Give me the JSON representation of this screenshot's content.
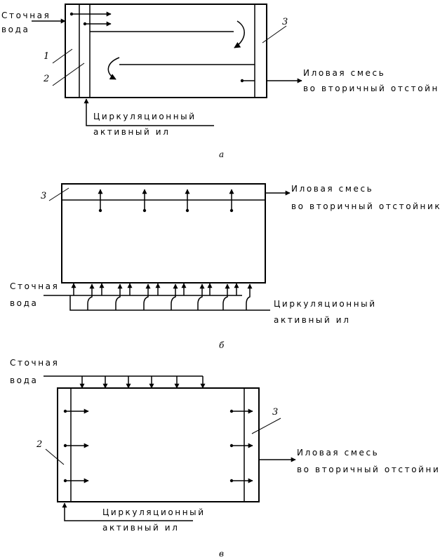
{
  "labels": {
    "wastewater_l1": "Сточная",
    "wastewater_l2": "вода",
    "circ_sludge_l1": "Циркуляционный",
    "circ_sludge_l2": "активный ил",
    "sludge_mix_l1": "Иловая смесь",
    "sludge_mix_l2": "во вторичный отстойник"
  },
  "numbers": {
    "one": "1",
    "two": "2",
    "three": "3"
  },
  "captions": {
    "a": "а",
    "b": "б",
    "c": "в"
  }
}
